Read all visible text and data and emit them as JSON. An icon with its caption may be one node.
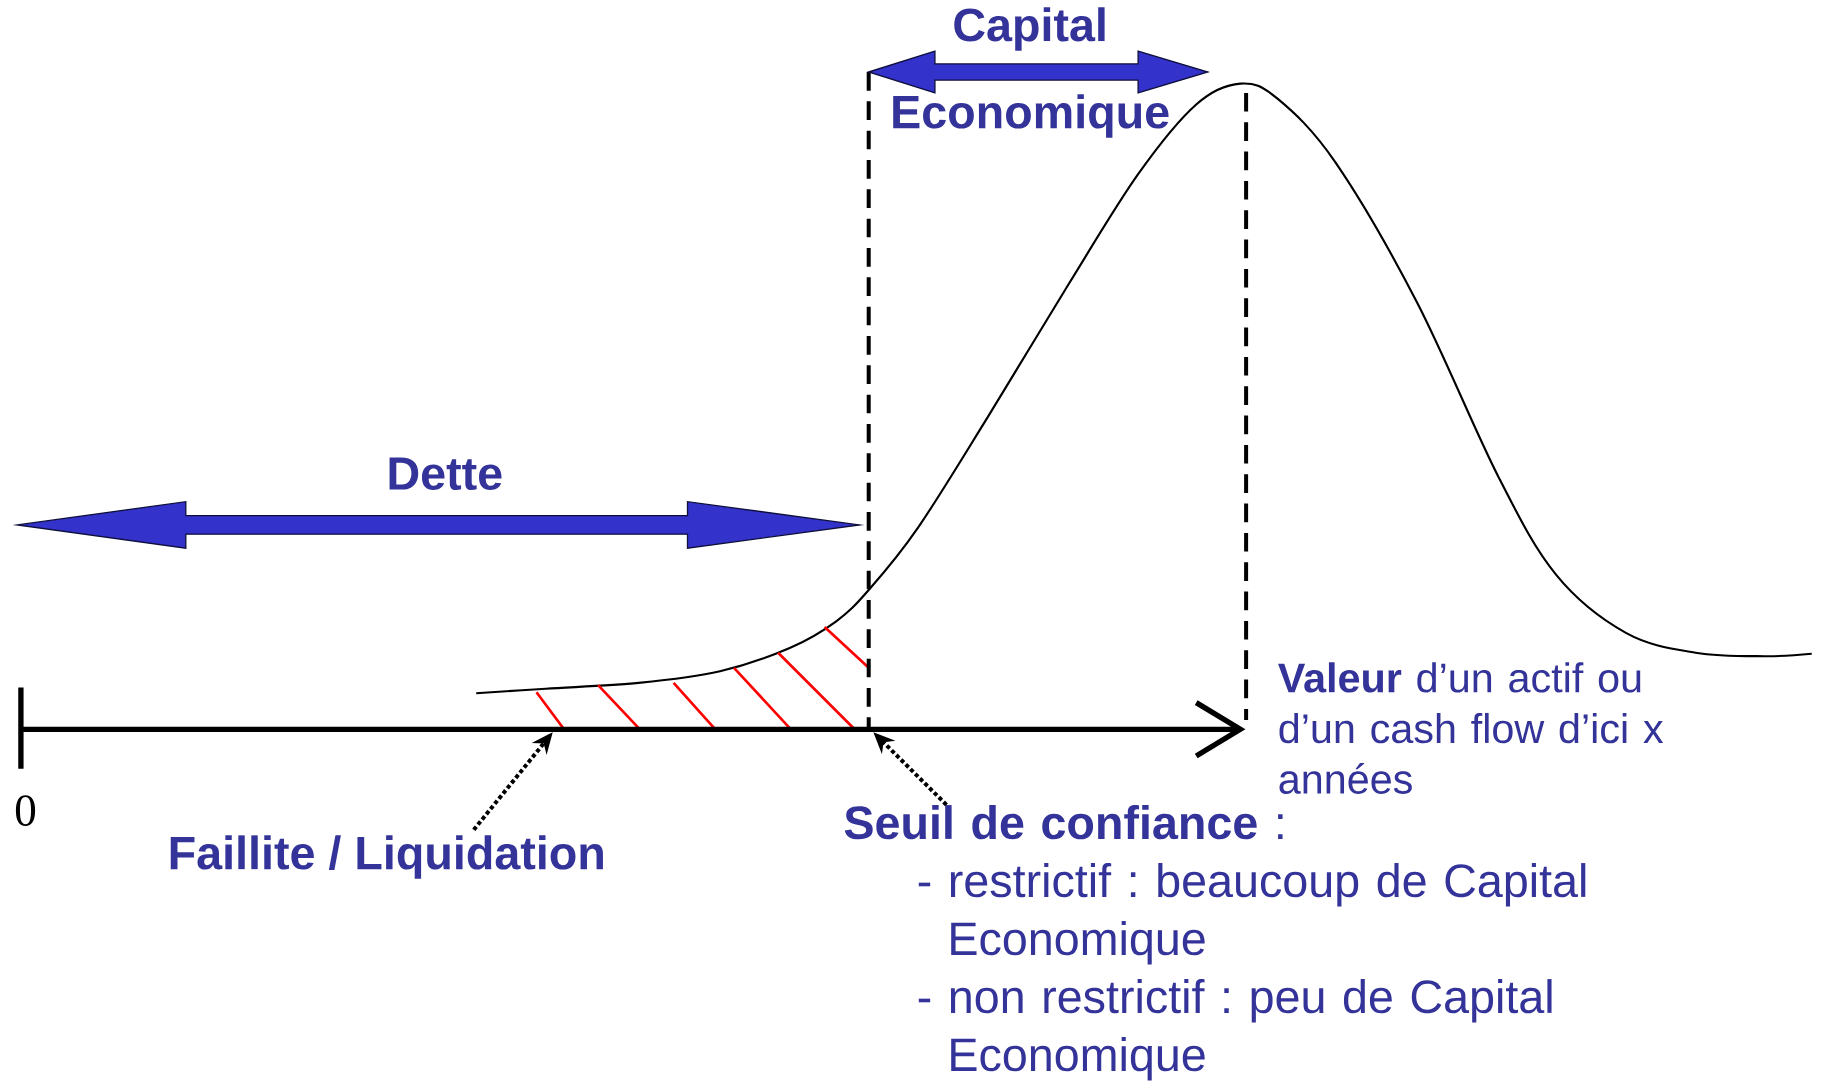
{
  "diagram": {
    "nodes": [
      {
        "text": [
          "Faillite / Liquidation"
        ]
      },
      {
        "text": [
          "**Seuil de confiance** :",
          "- restrictif : beaucoup de Capital Economique",
          "-  non restrictif : peu de Capital Economique"
        ]
      },
      {
        "text": [],
        "shape": "axis"
      }
    ],
    "edges": [
      {
        "from": 0,
        "to": 2,
        "arrow": "to",
        "style": "dashed"
      },
      {
        "from": 1,
        "to": 2,
        "arrow": "to",
        "style": "dashed"
      }
    ],
    "labels": [
      "Capital",
      "Economique",
      "Dette",
      "**Valeur** d’un actif ou d’un cash flow d’ici x années",
      "0"
    ]
  }
}
